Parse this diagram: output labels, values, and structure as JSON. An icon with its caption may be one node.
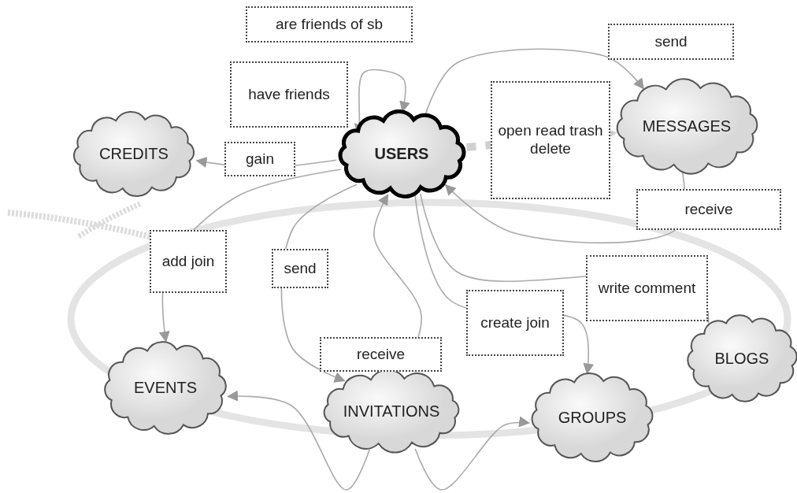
{
  "diagram": {
    "nodes": [
      {
        "text": [
          "USERS"
        ]
      },
      {
        "text": [
          "CREDITS"
        ]
      },
      {
        "text": [
          "MESSAGES"
        ]
      },
      {
        "text": [
          "EVENTS"
        ]
      },
      {
        "text": [
          "INVITATIONS"
        ]
      },
      {
        "text": [
          "GROUPS"
        ]
      },
      {
        "text": [
          "BLOGS"
        ]
      }
    ],
    "edges": [
      {
        "from": 0,
        "to": 0,
        "arrow": "both",
        "label": "have friends"
      },
      {
        "from": 0,
        "to": 1,
        "arrow": "to",
        "label": "gain"
      },
      {
        "from": 0,
        "to": 2,
        "arrow": "to",
        "label": "send"
      },
      {
        "from": 0,
        "to": 2,
        "arrow": "to",
        "label": "open read trash delete",
        "style": "dashed",
        "color": "#d0d0d0"
      },
      {
        "from": 2,
        "to": 0,
        "arrow": "to",
        "label": "receive"
      },
      {
        "from": 0,
        "to": 3,
        "arrow": "to",
        "label": "add join"
      },
      {
        "from": 0,
        "to": 4,
        "arrow": "to",
        "label": "send"
      },
      {
        "from": 4,
        "to": 0,
        "arrow": "to",
        "label": "receive"
      },
      {
        "from": 0,
        "to": 5,
        "arrow": "to",
        "label": "create join"
      },
      {
        "from": 0,
        "to": 6,
        "arrow": "to",
        "label": "write comment"
      },
      {
        "from": 4,
        "to": 3,
        "arrow": "to"
      },
      {
        "from": 4,
        "to": 5,
        "arrow": "to"
      }
    ],
    "labels": [
      "are friends of sb"
    ]
  }
}
